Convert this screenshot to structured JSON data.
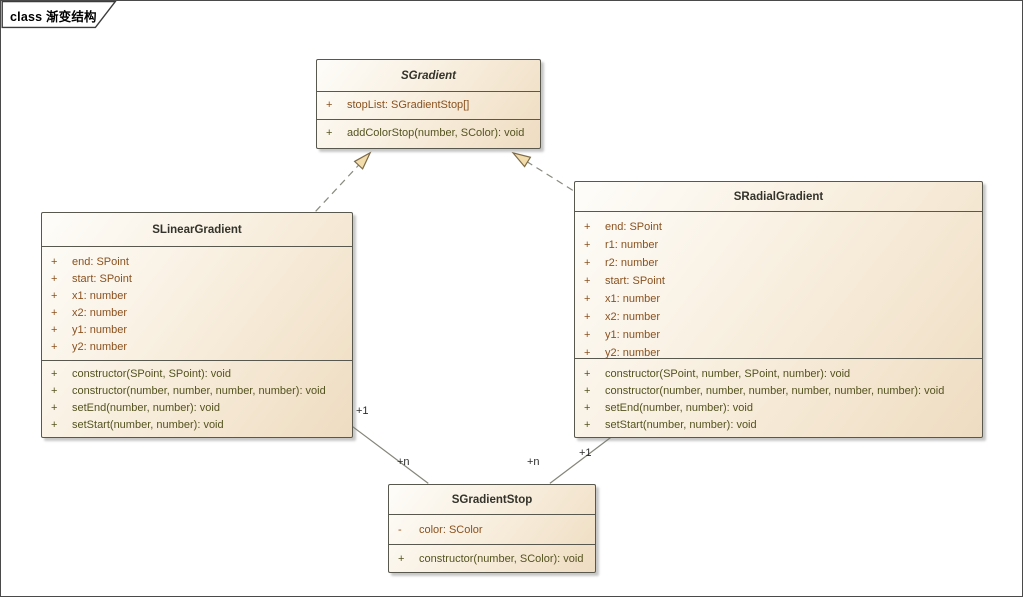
{
  "frame": {
    "tab_label": "class 渐变结构"
  },
  "classes": {
    "sgradient": {
      "name": "SGradient",
      "attributes": [
        {
          "vis": "+",
          "text": "stopList: SGradientStop[]"
        }
      ],
      "methods": [
        {
          "vis": "+",
          "text": "addColorStop(number, SColor): void"
        }
      ]
    },
    "slinear": {
      "name": "SLinearGradient",
      "attributes": [
        {
          "vis": "+",
          "text": "end: SPoint"
        },
        {
          "vis": "+",
          "text": "start: SPoint"
        },
        {
          "vis": "+",
          "text": "x1: number"
        },
        {
          "vis": "+",
          "text": "x2: number"
        },
        {
          "vis": "+",
          "text": "y1: number"
        },
        {
          "vis": "+",
          "text": "y2: number"
        }
      ],
      "methods": [
        {
          "vis": "+",
          "text": "constructor(SPoint, SPoint): void"
        },
        {
          "vis": "+",
          "text": "constructor(number, number, number, number): void"
        },
        {
          "vis": "+",
          "text": "setEnd(number, number): void"
        },
        {
          "vis": "+",
          "text": "setStart(number, number): void"
        }
      ]
    },
    "sradial": {
      "name": "SRadialGradient",
      "attributes": [
        {
          "vis": "+",
          "text": "end: SPoint"
        },
        {
          "vis": "+",
          "text": "r1: number"
        },
        {
          "vis": "+",
          "text": "r2: number"
        },
        {
          "vis": "+",
          "text": "start: SPoint"
        },
        {
          "vis": "+",
          "text": "x1: number"
        },
        {
          "vis": "+",
          "text": "x2: number"
        },
        {
          "vis": "+",
          "text": "y1: number"
        },
        {
          "vis": "+",
          "text": "y2: number"
        }
      ],
      "methods": [
        {
          "vis": "+",
          "text": "constructor(SPoint, number, SPoint, number): void"
        },
        {
          "vis": "+",
          "text": "constructor(number, number, number, number, number, number): void"
        },
        {
          "vis": "+",
          "text": "setEnd(number, number): void"
        },
        {
          "vis": "+",
          "text": "setStart(number, number): void"
        }
      ]
    },
    "sstop": {
      "name": "SGradientStop",
      "attributes": [
        {
          "vis": "-",
          "text": "color: SColor"
        }
      ],
      "methods": [
        {
          "vis": "+",
          "text": "constructor(number, SColor): void"
        }
      ]
    }
  },
  "connector_labels": {
    "linear_source": "+1",
    "linear_target": "+n",
    "radial_source": "+1",
    "radial_target": "+n"
  },
  "colors": {
    "attribute_text": "#8a511e",
    "method_text": "#54531f",
    "box_border": "#58584e",
    "line_gray": "#85857a",
    "arrow_fill": "#f2dcab",
    "arrow_stroke": "#7d6a48"
  }
}
